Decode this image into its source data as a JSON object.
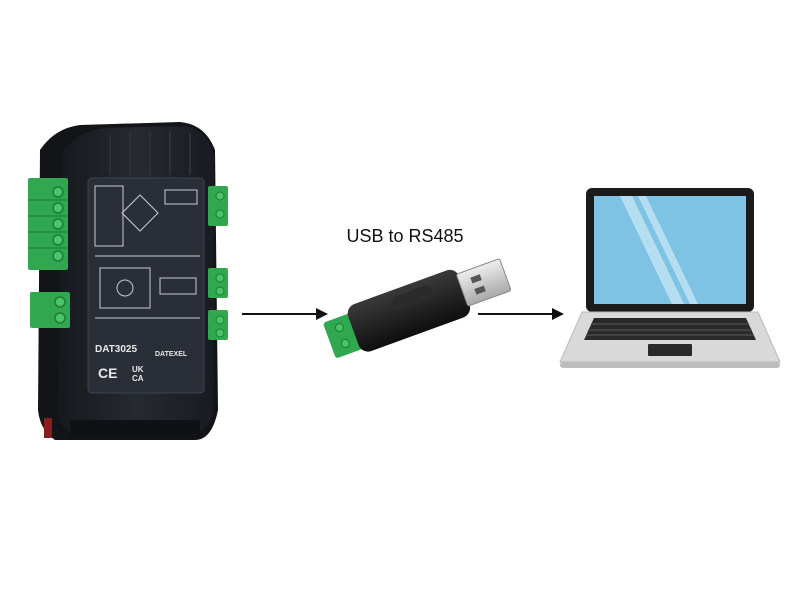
{
  "converter": {
    "label": "USB to RS485"
  },
  "module": {
    "model": "DAT3025",
    "brand": "DATEXEL"
  },
  "colors": {
    "terminal_green": "#2fa84f",
    "housing": "#1d2127",
    "laptop_screen": "#7ec3e3",
    "laptop_body": "#d9d9d9",
    "arrow": "#111111",
    "usb_metal": "#c8c8c8"
  }
}
